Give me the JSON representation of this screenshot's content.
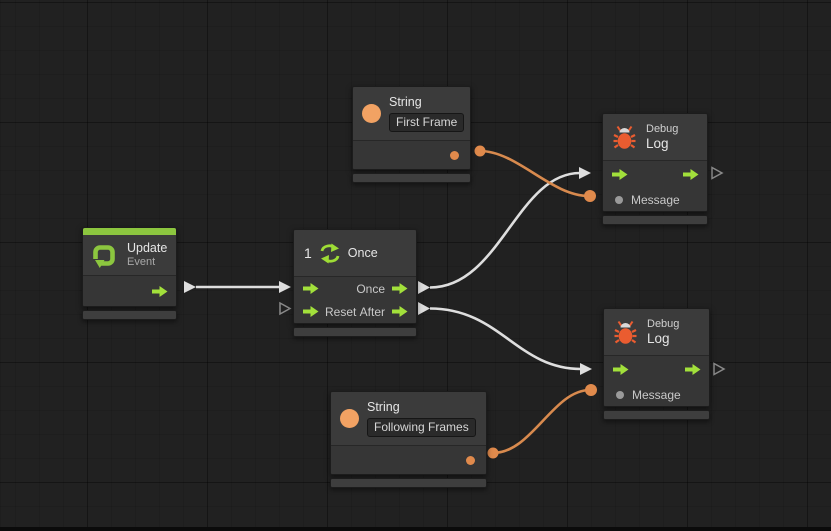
{
  "colors": {
    "background": "#212121",
    "event_accent_green": "#8cc63f",
    "port_green": "#a2e03b",
    "bug_orange": "#ea5c30",
    "string_orange": "#f2a263",
    "wire_orange": "#d88a4e",
    "wire_white": "#dedede"
  },
  "nodes": {
    "update_event": {
      "title": "Update",
      "subtitle": "Event"
    },
    "once": {
      "count_prefix": "1",
      "title": "Once",
      "port_once": "Once",
      "port_reset": "Reset",
      "port_after": "After"
    },
    "string_first_frame": {
      "title": "String",
      "value": "First Frame"
    },
    "string_following_frames": {
      "title": "String",
      "value": "Following Frames"
    },
    "debug_log_top": {
      "category": "Debug",
      "title": "Log",
      "port_message": "Message"
    },
    "debug_log_bottom": {
      "category": "Debug",
      "title": "Log",
      "port_message": "Message"
    }
  }
}
